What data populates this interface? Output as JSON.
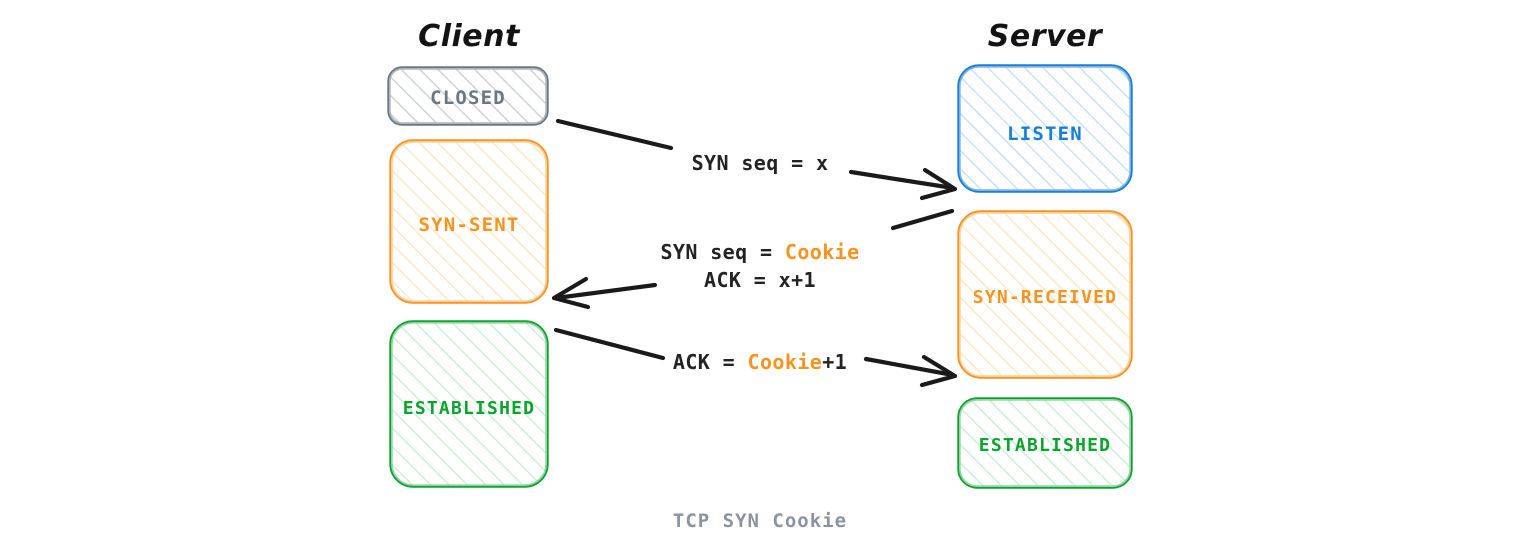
{
  "diagram": {
    "caption": "TCP SYN Cookie",
    "columns": [
      {
        "id": "client",
        "title": "Client"
      },
      {
        "id": "server",
        "title": "Server"
      }
    ],
    "colors": {
      "closed": "#6b7785",
      "closed_fill": "#9aa6b3",
      "orange": "#F7931E",
      "orange_fill": "#FBC56B",
      "blue": "#1A7FD4",
      "blue_fill": "#79BDF0",
      "green": "#0DA32E",
      "green_fill": "#6DD48A",
      "ink": "#1a1a1a",
      "caption": "#8a94a0"
    },
    "client_states": [
      {
        "id": "closed",
        "label": "CLOSED",
        "color": "#6b7785"
      },
      {
        "id": "syn-sent",
        "label": "SYN-SENT",
        "color": "#F7931E"
      },
      {
        "id": "established-client",
        "label": "ESTABLISHED",
        "color": "#0DA32E"
      }
    ],
    "server_states": [
      {
        "id": "listen",
        "label": "LISTEN",
        "color": "#1A7FD4"
      },
      {
        "id": "syn-received",
        "label": "SYN-RECEIVED",
        "color": "#F7931E"
      },
      {
        "id": "established-server",
        "label": "ESTABLISHED",
        "color": "#0DA32E"
      }
    ],
    "messages": [
      {
        "id": "msg-syn",
        "direction": "client-to-server",
        "lines": [
          {
            "parts": [
              {
                "text": "SYN seq = x",
                "accent": false
              }
            ]
          }
        ]
      },
      {
        "id": "msg-syn-ack",
        "direction": "server-to-client",
        "lines": [
          {
            "parts": [
              {
                "text": "SYN seq = ",
                "accent": false
              },
              {
                "text": "Cookie",
                "accent": true
              }
            ]
          },
          {
            "parts": [
              {
                "text": "ACK = x+1",
                "accent": false
              }
            ]
          }
        ]
      },
      {
        "id": "msg-ack",
        "direction": "client-to-server",
        "lines": [
          {
            "parts": [
              {
                "text": "ACK = ",
                "accent": false
              },
              {
                "text": "Cookie",
                "accent": true
              },
              {
                "text": "+1",
                "accent": false
              }
            ]
          }
        ]
      }
    ]
  }
}
